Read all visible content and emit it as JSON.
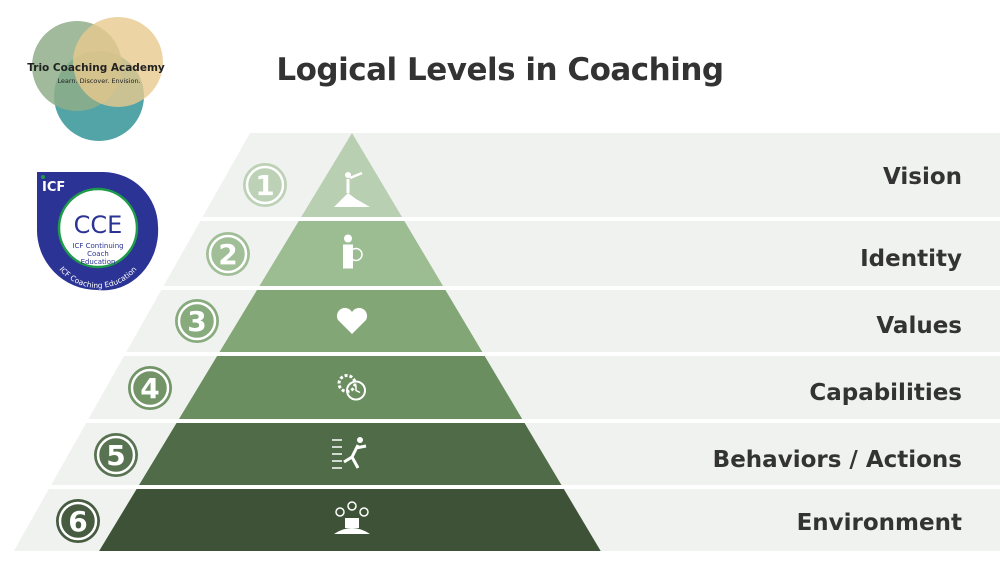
{
  "title": "Logical Levels in Coaching",
  "logo": {
    "name": "Trio Coaching Academy",
    "tagline": "Learn. Discover. Envision.",
    "colors": [
      "#8fae8a",
      "#e8c98f",
      "#3f9a9c"
    ]
  },
  "badge": {
    "brand": "ICF",
    "main": "CCE",
    "line1": "ICF Continuing",
    "line2": "Coach",
    "line3": "Education",
    "arc": "ICF Coaching Education",
    "colors": {
      "blue": "#2b3494",
      "green": "#1e9a4a"
    }
  },
  "levels": [
    {
      "number": "1",
      "label": "Vision",
      "icon": "mountain-telescope-icon",
      "color": "#b8cfb1"
    },
    {
      "number": "2",
      "label": "Identity",
      "icon": "person-question-icon",
      "color": "#9cbc91"
    },
    {
      "number": "3",
      "label": "Values",
      "icon": "heart-icon",
      "color": "#82a676"
    },
    {
      "number": "4",
      "label": "Capabilities",
      "icon": "gear-clock-icon",
      "color": "#6a8e5f"
    },
    {
      "number": "5",
      "label": "Behaviors / Actions",
      "icon": "running-person-icon",
      "color": "#4f6b48"
    },
    {
      "number": "6",
      "label": "Environment",
      "icon": "community-environment-icon",
      "color": "#3d5236"
    }
  ]
}
